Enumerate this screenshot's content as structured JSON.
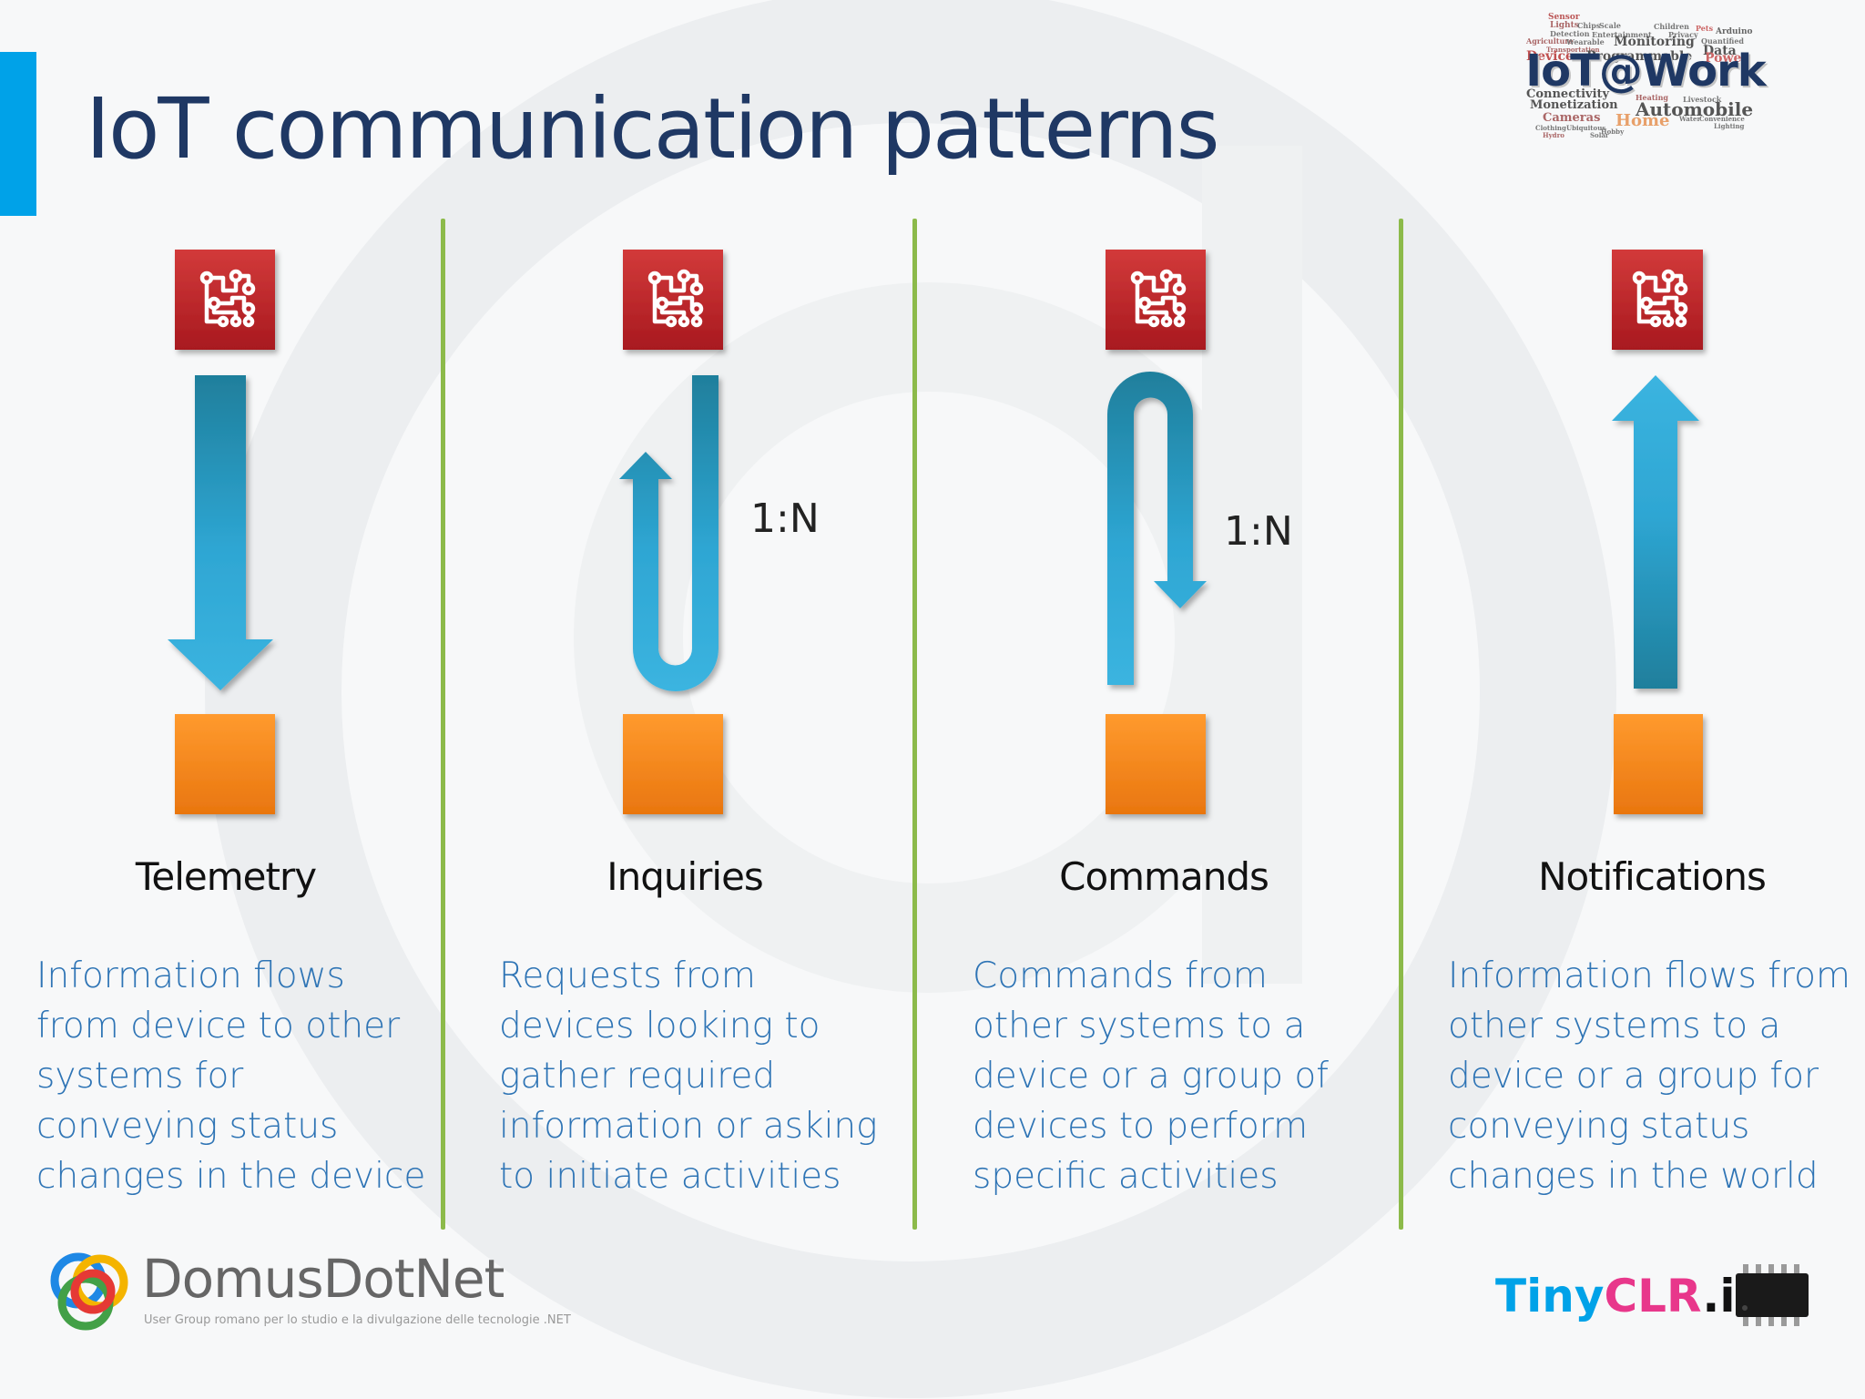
{
  "title": "IoT communication patterns",
  "columns": [
    {
      "id": "telemetry",
      "heading": "Telemetry",
      "lines": [
        "Information flows",
        "from device to other",
        "systems for",
        "conveying status",
        "changes in the device"
      ]
    },
    {
      "id": "inquiries",
      "heading": "Inquiries",
      "ratio": "1:N",
      "lines": [
        "Requests from",
        "devices looking to",
        "gather required",
        "information or asking",
        "to initiate activities"
      ]
    },
    {
      "id": "commands",
      "heading": "Commands",
      "ratio": "1:N",
      "lines": [
        "Commands from",
        "other systems to a",
        "device or a group of",
        "devices to perform",
        "specific activities"
      ]
    },
    {
      "id": "notifications",
      "heading": "Notifications",
      "lines": [
        "Information flows from",
        "other systems to a",
        "device or a group for",
        "conveying status",
        "changes in the world"
      ]
    }
  ],
  "logo_iot": {
    "main": "IoT@Work",
    "cloud_words": [
      "Sensor",
      "Lights",
      "Chips",
      "Scale",
      "Children",
      "Pets",
      "Arduino",
      "Detection",
      "Entertainment",
      "Privacy",
      "Agriculture",
      "Wearable",
      "Monitoring",
      "Quantified",
      "Transportation",
      "Data",
      "Device",
      "Programmable",
      "Power",
      "Connectivity",
      "Heating",
      "Livestock",
      "Monetization",
      "Automobile",
      "Cameras",
      "Home",
      "Water",
      "Convenience",
      "Clothing",
      "Ubiquitous",
      "Lighting",
      "Hydro",
      "Solar",
      "Hobby"
    ]
  },
  "footer": {
    "domus_name": "DomusDotNet",
    "domus_tagline": "User Group romano per lo studio e la divulgazione delle tecnologie .NET",
    "tinyclr_a": "Tiny",
    "tinyclr_b": "CLR",
    "tinyclr_c": ".it"
  },
  "colors": {
    "title": "#1f3864",
    "accent": "#00a2e8",
    "divider": "#8cba4a",
    "description": "#2e74b5",
    "cloud_box": "#c0282d",
    "device_box": "#f7941d",
    "arrow": "#29a3cf"
  },
  "icons": {
    "cloud": "circuit-icon",
    "device": "device-box"
  }
}
